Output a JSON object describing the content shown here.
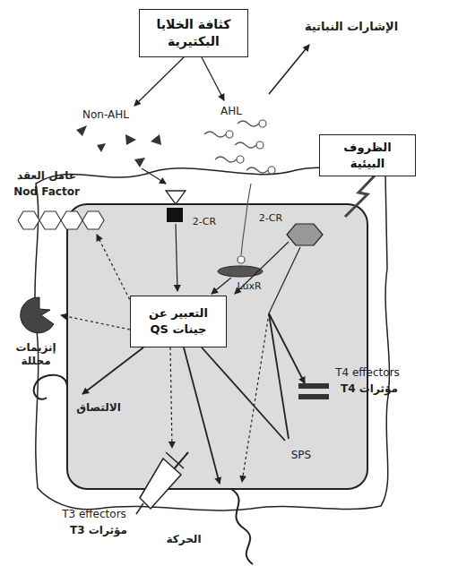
{
  "diagram": {
    "nodes": [
      {
        "text": [
          "كثافة الخلايا البكتيرية"
        ]
      },
      {
        "text": [
          "الظروف البيئية"
        ]
      },
      {
        "text": [
          "التعبير عن جينات QS"
        ]
      }
    ],
    "labels": [
      "الإشارات النباتية",
      "Non-AHL",
      "AHL",
      "عامل العقد",
      "Nod Factor",
      "2-CR",
      "2-CR",
      "LuxR",
      "إنزيمات محللة",
      "الالتصاق",
      "T3 effectors",
      "مؤثرات T3",
      "الحركة",
      "SPS",
      "T4 effectors",
      "مؤثرات T4"
    ]
  }
}
